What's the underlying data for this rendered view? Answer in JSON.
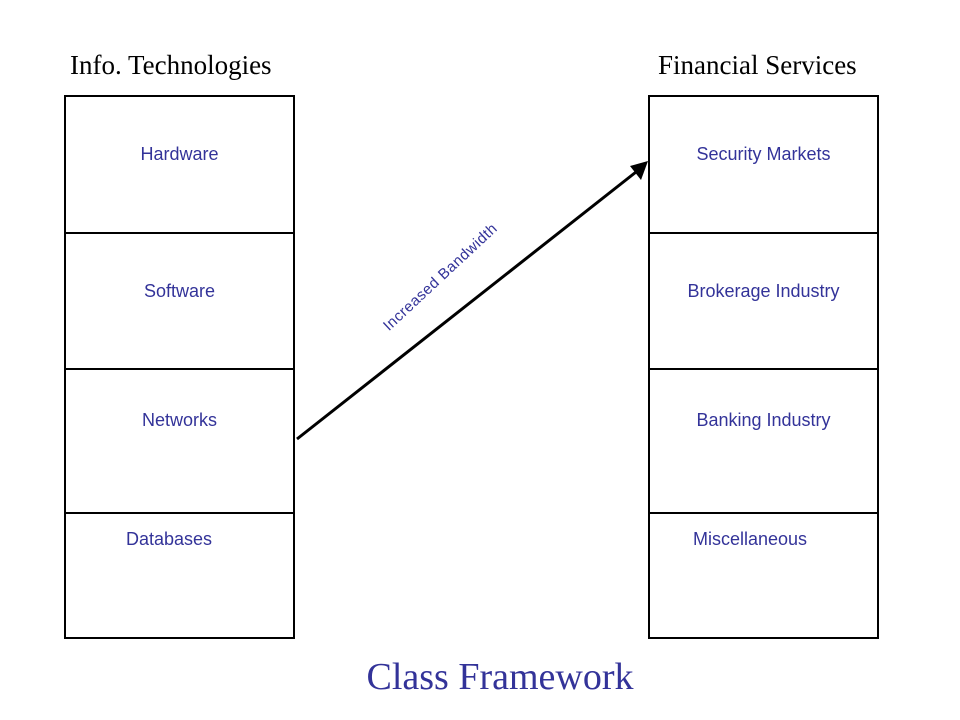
{
  "left_column": {
    "heading": "Info. Technologies",
    "items": [
      "Hardware",
      "Software",
      "Networks",
      "Databases"
    ]
  },
  "right_column": {
    "heading": "Financial Services",
    "items": [
      "Security Markets",
      "Brokerage Industry",
      "Banking Industry",
      "Miscellaneous"
    ]
  },
  "connector": {
    "label": "Increased Bandwidth",
    "from": "Networks",
    "to": "Security Markets"
  },
  "caption": "Class Framework",
  "colors": {
    "label_text": "#333399",
    "heading_text": "#000000",
    "lines": "#000000"
  }
}
